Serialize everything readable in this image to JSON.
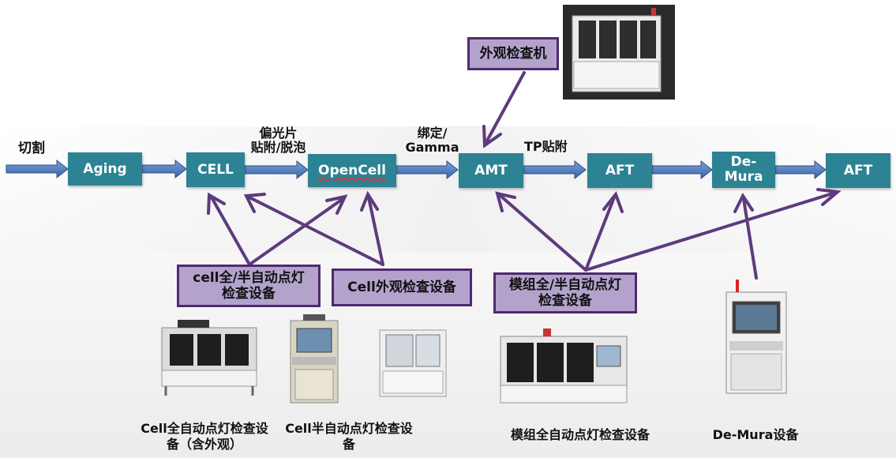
{
  "labels": {
    "cut": "切割",
    "polarizer_line1": "偏光片",
    "polarizer_line2": "贴附/脱泡",
    "bond_line1": "绑定/",
    "bond_line2": "Gamma",
    "tp": "TP贴附"
  },
  "stages": [
    {
      "label": "Aging"
    },
    {
      "label": "CELL"
    },
    {
      "label": "OpenCell"
    },
    {
      "label": "AMT"
    },
    {
      "label": "AFT"
    },
    {
      "label": "De-\nMura"
    },
    {
      "label": "AFT"
    }
  ],
  "equipment": {
    "appearance_machine": "外观检查机",
    "cell_lighting_line1": "cell全/半自动点灯",
    "cell_lighting_line2": "检查设备",
    "cell_appearance": "Cell外观检查设备",
    "module_lighting_line1": "模组全/半自动点灯",
    "module_lighting_line2": "检查设备"
  },
  "captions": {
    "cell_full_line1": "Cell全自动点灯检查设",
    "cell_full_line2": "备（含外观）",
    "cell_semi_line1": "Cell半自动点灯检查设",
    "cell_semi_line2": "备",
    "module_full": "模组全自动点灯检查设备",
    "demura": "De-Mura设备"
  },
  "colors": {
    "process_box": "#2b8393",
    "flow_arrow": "#4a76b8",
    "equipment_box_fill": "#b3a3cc",
    "equipment_box_border": "#4f2a6e",
    "pointer_arrow": "#5d3b7e"
  }
}
